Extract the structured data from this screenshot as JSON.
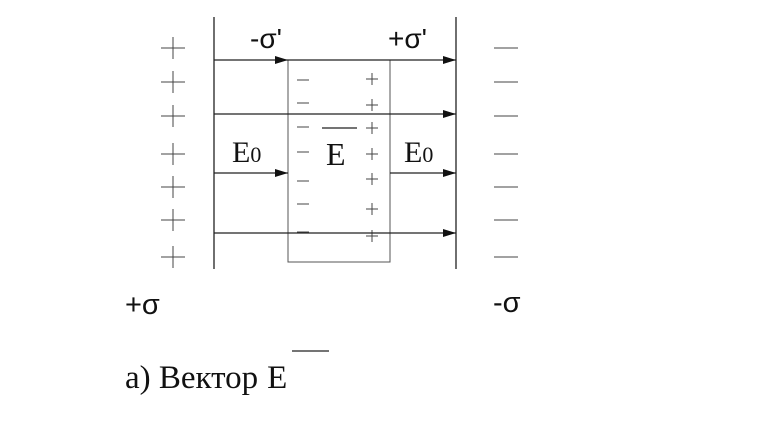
{
  "labels": {
    "neg_bound_charge": "-σ'",
    "pos_bound_charge": "+σ'",
    "pos_plate_charge": "+σ",
    "neg_plate_charge": "-σ",
    "ext_field_left": "E",
    "ext_field_left_sub": "0",
    "ext_field_right": "E",
    "ext_field_right_sub": "0",
    "inner_field": "E",
    "caption_prefix": "а) Вектор",
    "caption_symbol": "E"
  },
  "colors": {
    "ink": "#111111",
    "thin_lines": "#555555",
    "background": "#ffffff"
  }
}
